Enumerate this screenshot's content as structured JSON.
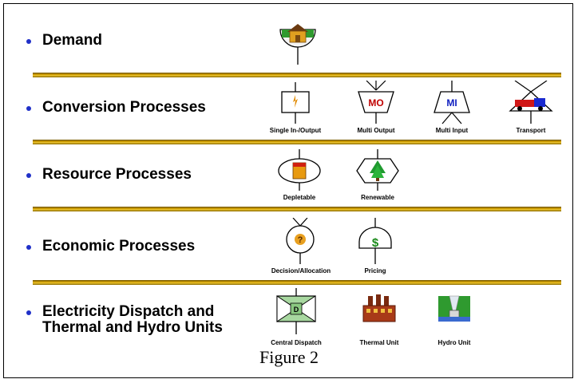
{
  "rows": [
    {
      "label": "Demand",
      "icons": []
    },
    {
      "label": "Conversion Processes",
      "icons": [
        {
          "name": "single-in-output-icon",
          "caption": "Single In-/Output"
        },
        {
          "name": "multi-output-icon",
          "caption": "Multi Output",
          "text": "MO"
        },
        {
          "name": "multi-input-icon",
          "caption": "Multi Input",
          "text": "MI"
        },
        {
          "name": "transport-icon",
          "caption": "Transport"
        }
      ]
    },
    {
      "label": "Resource Processes",
      "icons": [
        {
          "name": "depletable-icon",
          "caption": "Depletable"
        },
        {
          "name": "renewable-icon",
          "caption": "Renewable"
        }
      ]
    },
    {
      "label": "Economic Processes",
      "icons": [
        {
          "name": "decision-allocation-icon",
          "caption": "Decision/Allocation",
          "text": "?"
        },
        {
          "name": "pricing-icon",
          "caption": "Pricing",
          "text": "$"
        }
      ]
    },
    {
      "label_line1": "Electricity Dispatch and",
      "label_line2": "Thermal and Hydro Units",
      "icons": [
        {
          "name": "central-dispatch-icon",
          "caption": "Central Dispatch",
          "text": "D"
        },
        {
          "name": "thermal-unit-icon",
          "caption": "Thermal Unit"
        },
        {
          "name": "hydro-unit-icon",
          "caption": "Hydro Unit"
        }
      ]
    }
  ],
  "caption": "Figure 2",
  "colors": {
    "bullet": "#2030c8",
    "rule": "#d9a400",
    "icon_text": "#c00000",
    "icon_text_blue": "#1020c0"
  }
}
